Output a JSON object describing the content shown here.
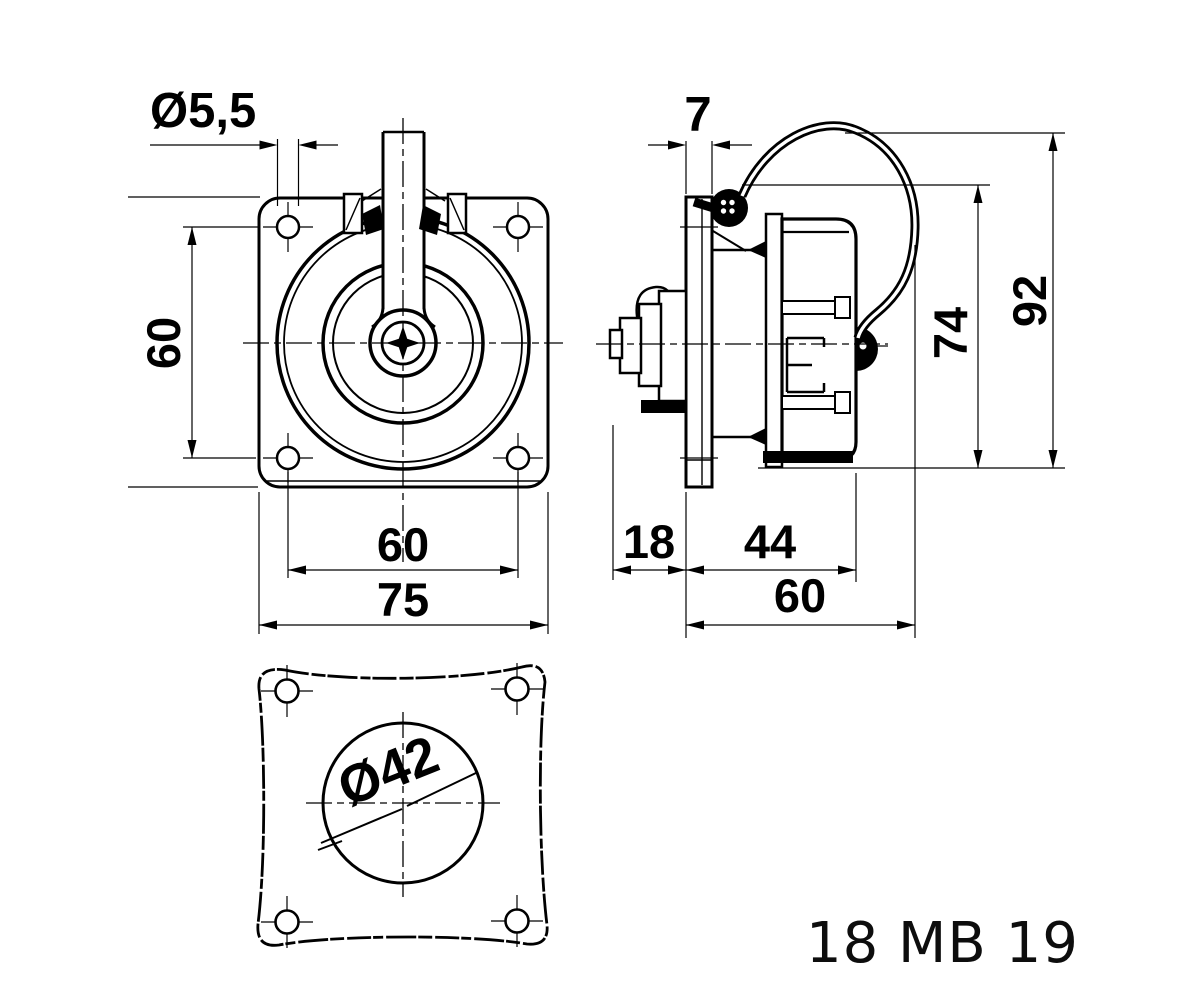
{
  "drawing": {
    "part_number": "18 MB 19",
    "front_view": {
      "mounting_hole_diameter": "Ø5,5",
      "hole_spacing_vertical": "60",
      "hole_spacing_horizontal": "60",
      "flange_width": "75"
    },
    "side_view": {
      "flange_thickness": "7",
      "height_body": "74",
      "height_overall": "92",
      "depth_gland": "18",
      "depth_body": "44",
      "depth_overall": "60"
    },
    "cutout_view": {
      "panel_cutout_diameter": "Ø42"
    }
  }
}
